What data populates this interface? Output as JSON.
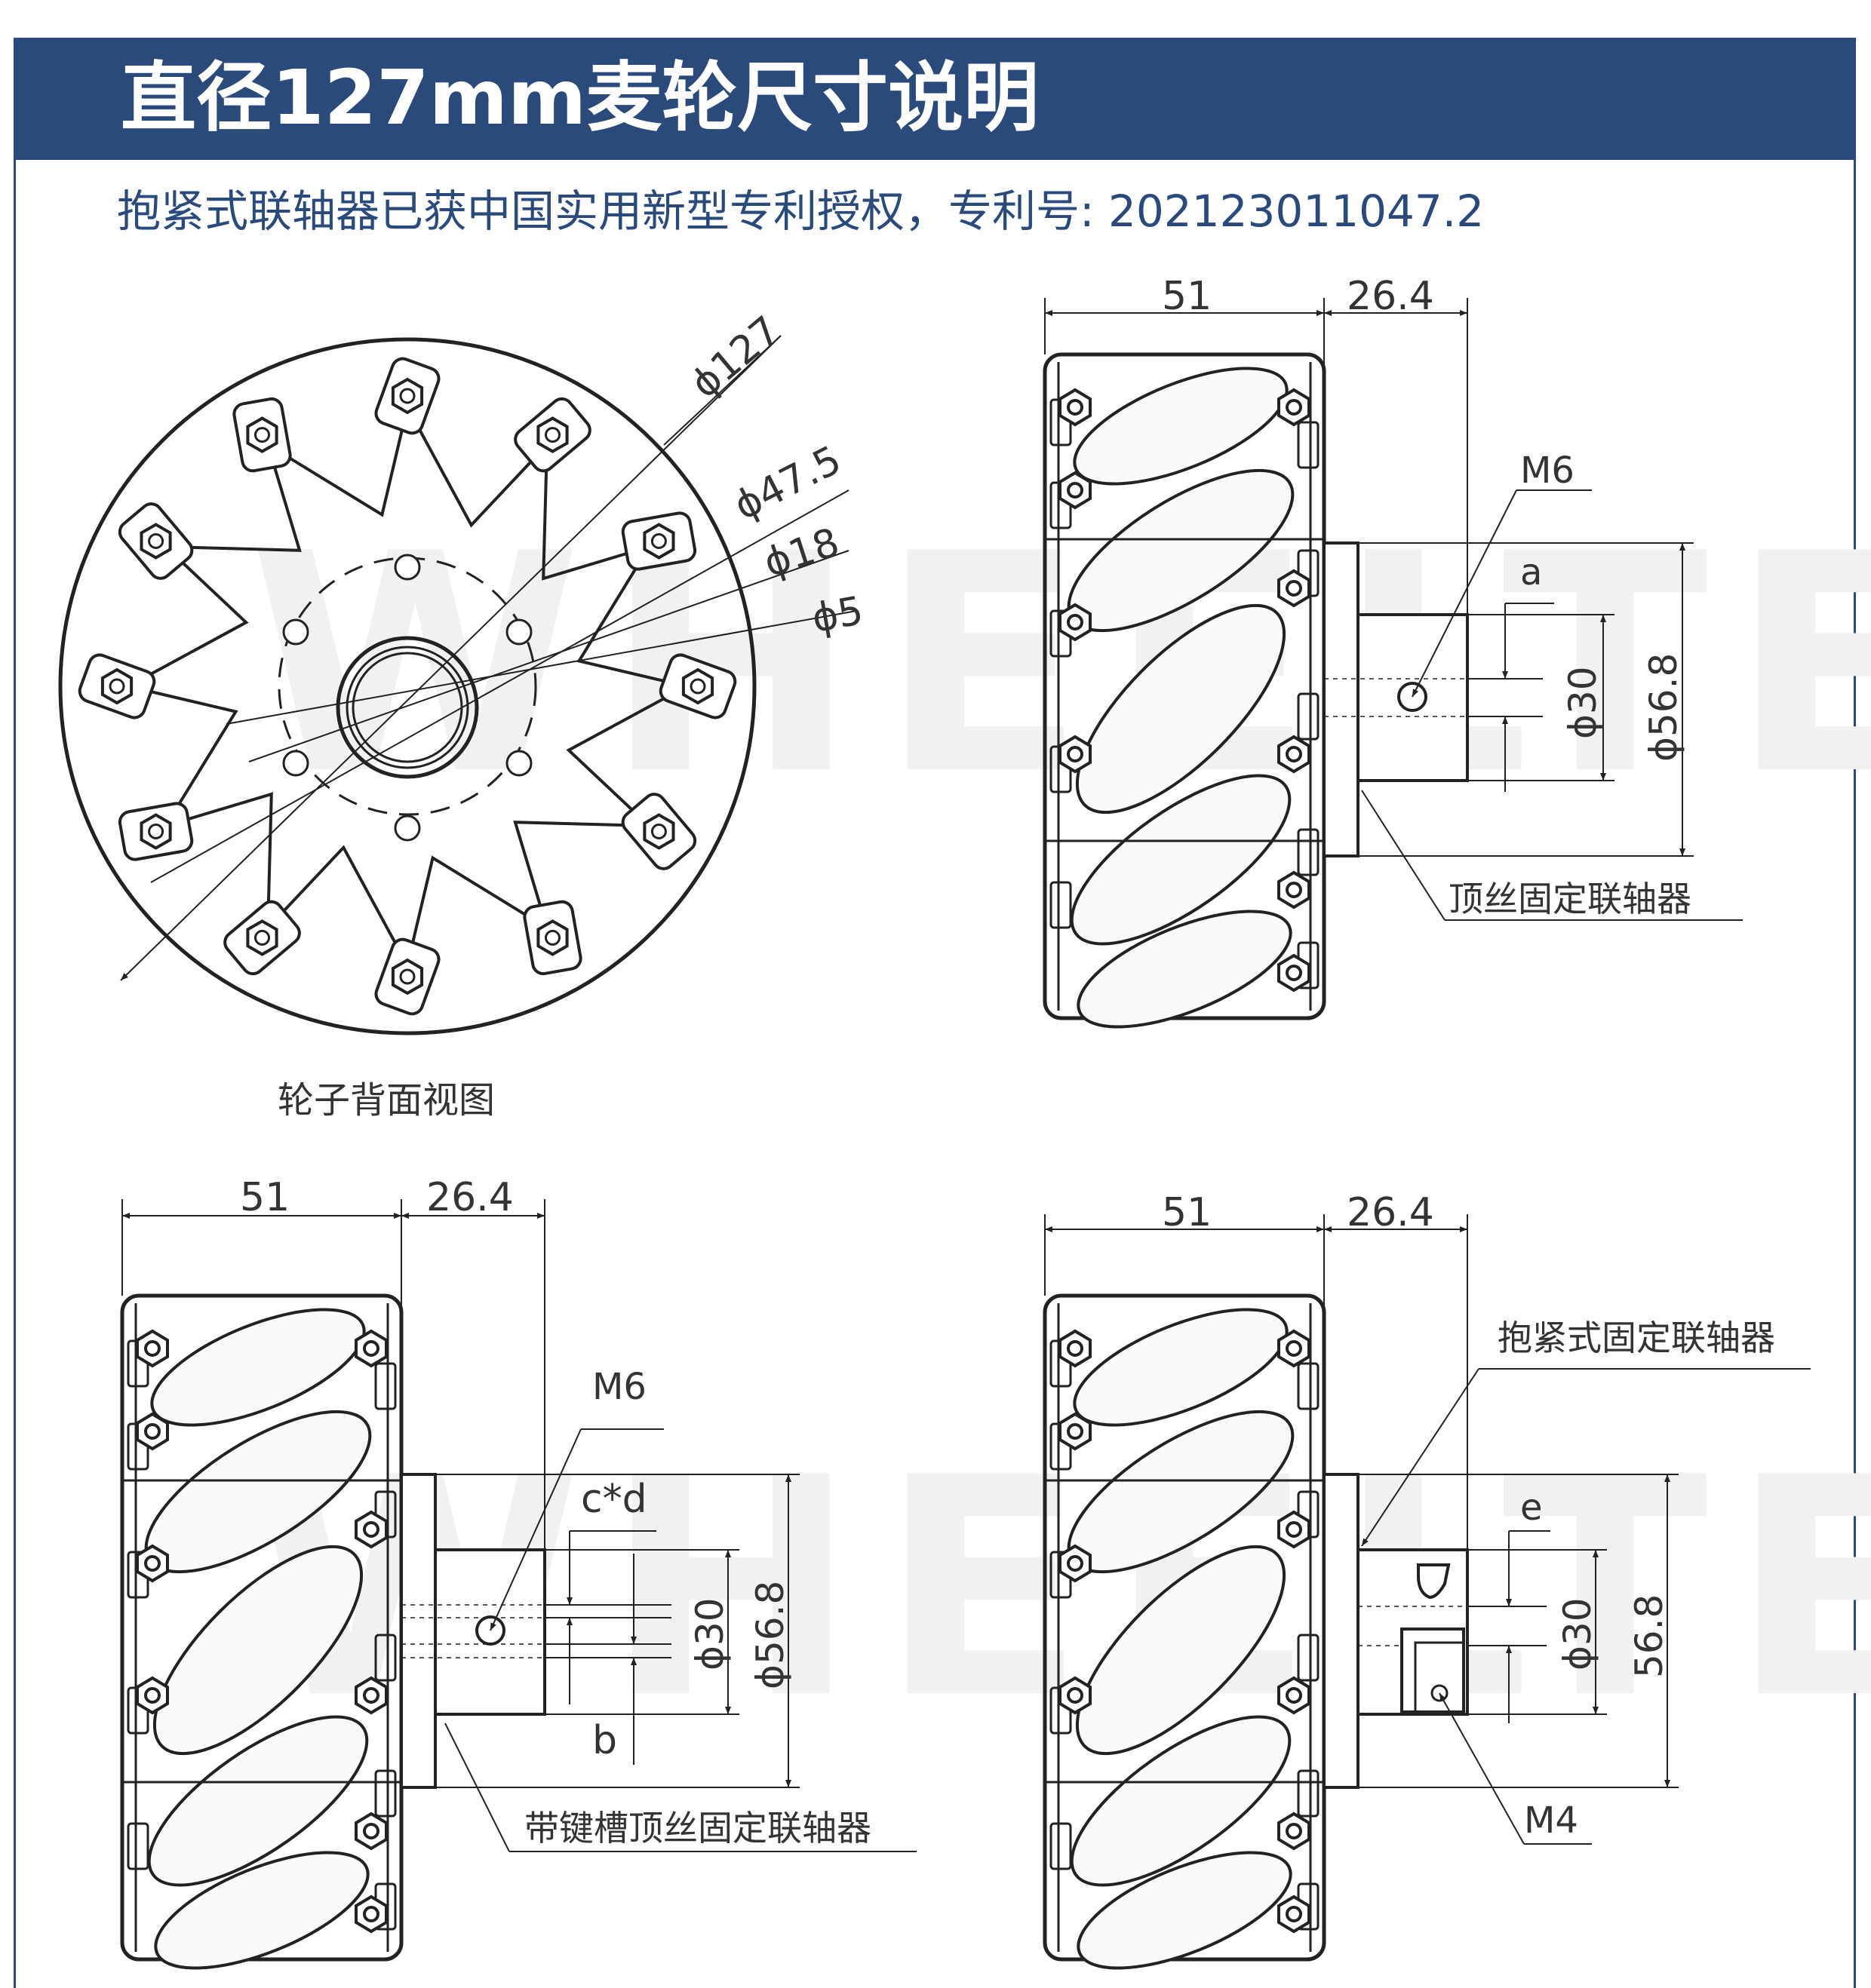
{
  "header": {
    "title": "直径127mm麦轮尺寸说明",
    "subtitle": "抱紧式联轴器已获中国实用新型专利授权，专利号: 202123011047.2",
    "color": "#2a4a7c"
  },
  "watermark": "WHEELTEC",
  "views": {
    "back": {
      "caption": "轮子背面视图",
      "dims": {
        "outer": "ϕ127",
        "pcd": "ϕ47.5",
        "bore": "ϕ18",
        "hole": "ϕ5"
      }
    },
    "top_right": {
      "dims": {
        "width": "51",
        "hub": "26.4",
        "thread": "M6",
        "a": "a",
        "shaft": "ϕ30",
        "flange": "ϕ56.8"
      },
      "callout": "顶丝固定联轴器"
    },
    "bottom_left": {
      "dims": {
        "width": "51",
        "hub": "26.4",
        "thread": "M6",
        "cd": "c*d",
        "b": "b",
        "shaft": "ϕ30",
        "flange": "ϕ56.8"
      },
      "callout": "带键槽顶丝固定联轴器"
    },
    "bottom_right": {
      "dims": {
        "width": "51",
        "hub": "26.4",
        "e": "e",
        "shaft": "ϕ30",
        "flange": "56.8",
        "thread": "M4"
      },
      "callout": "抱紧式固定联轴器"
    }
  }
}
